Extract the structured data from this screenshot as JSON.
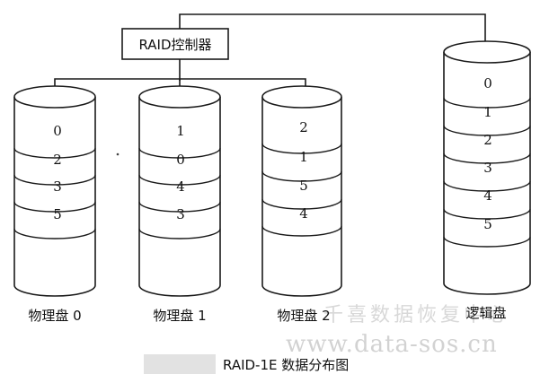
{
  "controller": {
    "label": "RAID控制器"
  },
  "disks": [
    {
      "label": "物理盘 0",
      "blocks": [
        "0",
        "2",
        "3",
        "5"
      ]
    },
    {
      "label": "物理盘 1",
      "blocks": [
        "1",
        "0",
        "4",
        "3"
      ]
    },
    {
      "label": "物理盘 2",
      "blocks": [
        "2",
        "1",
        "5",
        "4"
      ]
    }
  ],
  "logical_disk": {
    "label": "逻辑盘",
    "blocks": [
      "0",
      "1",
      "2",
      "3",
      "4",
      "5"
    ]
  },
  "caption": {
    "text": "RAID-1E 数据分布图"
  },
  "watermark": {
    "line1": "千喜数据恢复中心",
    "line2": "www.data-sos.cn"
  }
}
